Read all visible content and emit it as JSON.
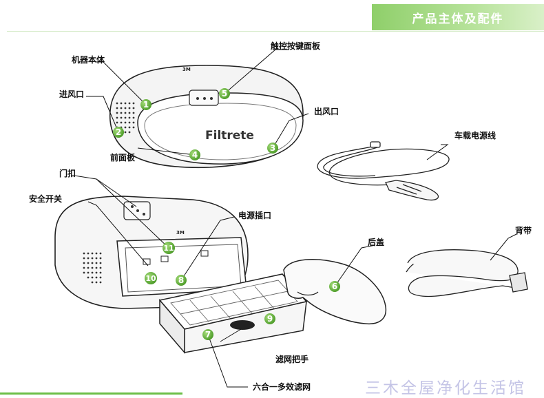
{
  "header": {
    "title": "产品主体及配件"
  },
  "brand": {
    "device_logo": "Filtrete",
    "maker_mark": "3M"
  },
  "labels": {
    "main_body": "机器本体",
    "air_inlet": "进风口",
    "front_panel": "前面板",
    "touch_panel": "触控按键面板",
    "air_outlet": "出风口",
    "car_power_cord": "车载电源线",
    "door_latch": "门扣",
    "safety_switch": "安全开关",
    "power_socket": "电源插口",
    "back_cover": "后盖",
    "strap": "背带",
    "filter_handle": "滤网把手",
    "filter": "六合一多效滤网"
  },
  "markers": [
    "1",
    "2",
    "3",
    "4",
    "5",
    "6",
    "7",
    "8",
    "9",
    "10",
    "11"
  ],
  "watermark": "三木全屋净化生活馆",
  "colors": {
    "accent_green": "#6cb33f",
    "header_green": "#8fcf6a"
  }
}
